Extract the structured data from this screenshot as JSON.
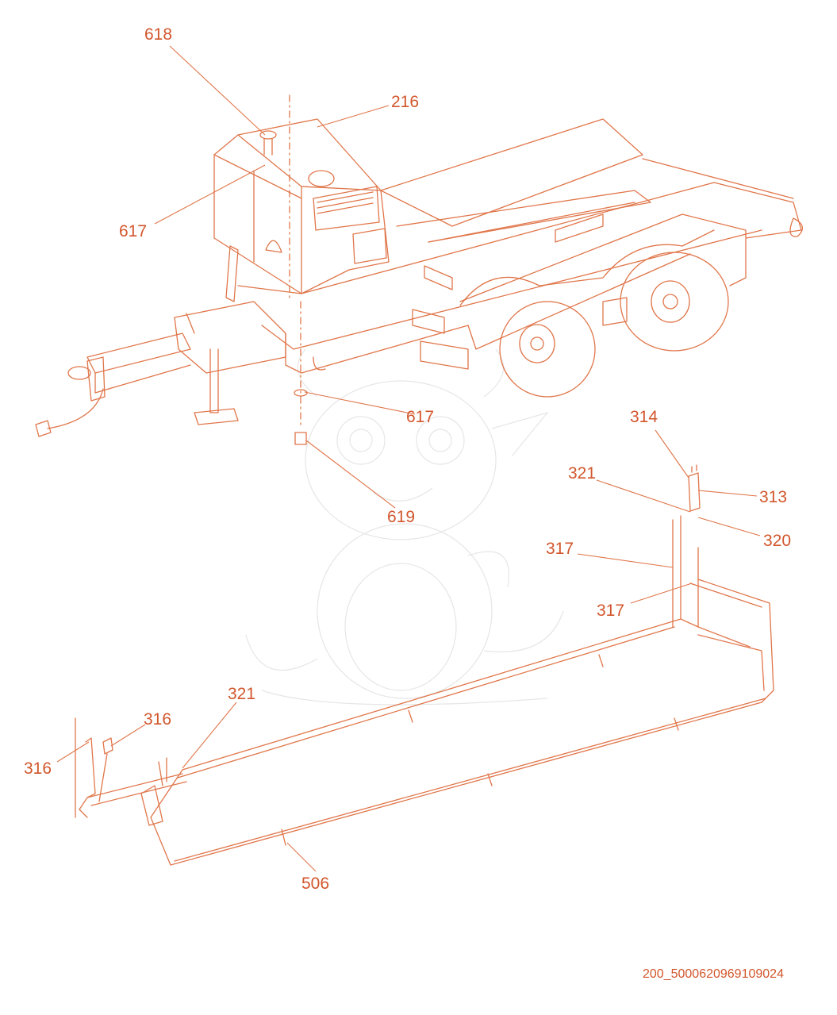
{
  "colors": {
    "line": "#e0764a",
    "text": "#d2562c",
    "background": "#ffffff",
    "watermark": "#e6e6e6"
  },
  "drawing_code": "200_5000620969109024",
  "callouts": [
    "618",
    "216",
    "617",
    "617",
    "619",
    "314",
    "321",
    "313",
    "320",
    "317",
    "317",
    "321",
    "316",
    "316",
    "506"
  ]
}
